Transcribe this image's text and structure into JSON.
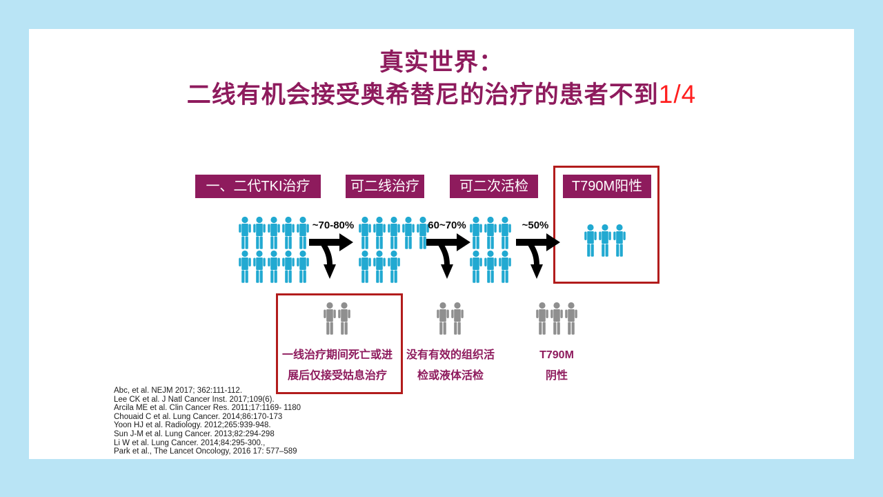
{
  "colors": {
    "background": "#b9e4f5",
    "slide": "#ffffff",
    "purple": "#8e1b5d",
    "title_accent_red": "#ff1f1f",
    "highlight_box_red": "#b21c1c",
    "person_blue": "#21a9d1",
    "person_gray": "#8f8f8f",
    "arrow_black": "#000000"
  },
  "title": {
    "line1": "真实世界：",
    "line2_prefix": "二线有机会接受奥希替尼的治疗的患者不到",
    "line2_highlight": "1/4"
  },
  "flow": {
    "stage_labels": [
      "一、二代TKI治疗",
      "可二线治疗",
      "可二次活检",
      "T790M阳性"
    ],
    "transition_labels": [
      "~70-80%",
      "60~70%",
      "~50%"
    ],
    "groups": [
      {
        "name": "first-second-gen-tki-patients",
        "rows": [
          5,
          5
        ]
      },
      {
        "name": "second-line-treatable",
        "rows": [
          5,
          3
        ]
      },
      {
        "name": "rebiopsy-possible",
        "rows": [
          3,
          3
        ]
      },
      {
        "name": "t790m-positive",
        "rows": [
          3
        ]
      }
    ]
  },
  "dropouts": [
    {
      "name": "death-or-palliative",
      "rows": [
        2
      ],
      "line1": "一线治疗期间死亡或进",
      "line2": "展后仅接受姑息治疗",
      "boxed": true
    },
    {
      "name": "no-valid-biopsy",
      "rows": [
        2
      ],
      "line1": "没有有效的组织活",
      "line2": "检或液体活检",
      "boxed": false
    },
    {
      "name": "t790m-negative",
      "rows": [
        3
      ],
      "line1": "T790M",
      "line2": "阴性",
      "boxed": false
    }
  ],
  "references": [
    "Abc, et al. NEJM 2017; 362:111-112.",
    "Lee CK et al. J Natl Cancer Inst. 2017;109(6).",
    "Arcila ME et al. Clin Cancer Res. 2011;17:1169- 1180",
    "Chouaid C et al. Lung Cancer. 2014;86:170-173",
    "Yoon HJ et al. Radiology. 2012;265:939-948.",
    "Sun J-M et al. Lung Cancer. 2013;82:294-298",
    " Li W et al. Lung Cancer. 2014;84:295-300.,",
    "Park et al., The Lancet Oncology, 2016 17: 577–589"
  ]
}
